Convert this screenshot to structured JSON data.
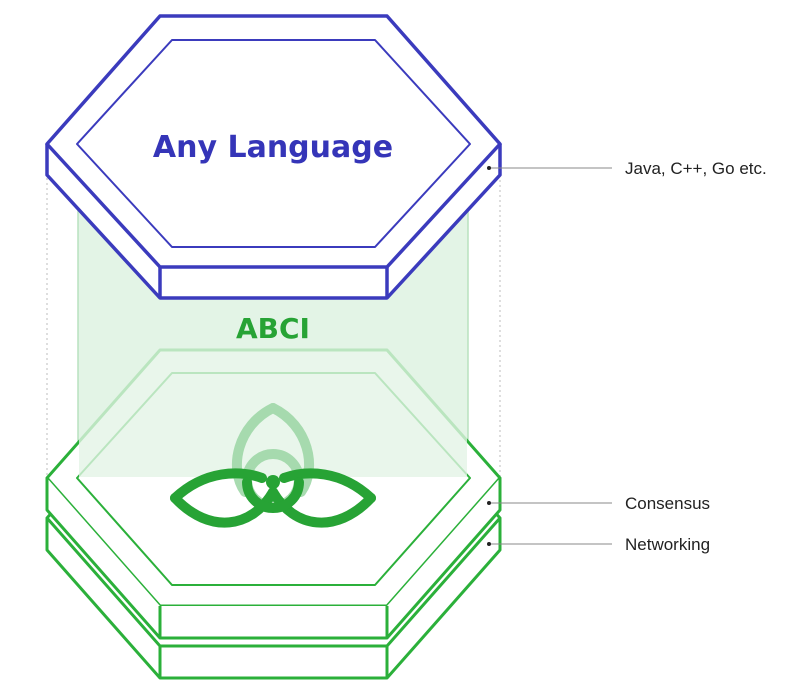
{
  "diagram": {
    "top_layer": {
      "title": "Any Language"
    },
    "interface": {
      "title": "ABCI"
    },
    "callouts": [
      {
        "label": "Java, C++, Go etc."
      },
      {
        "label": "Consensus"
      },
      {
        "label": "Networking"
      }
    ]
  },
  "colors": {
    "top_stroke": "#3b3bbd",
    "top_text": "#3535b8",
    "green_stroke": "#2bb03a",
    "green_text": "#27a335",
    "panel_fill": "#e3f4e6",
    "faint_green": "#9fd8a8",
    "callout_line": "#888888",
    "dotted_line": "#c8c8c8"
  },
  "icons": {
    "logo": "tendermint-logo-icon"
  }
}
